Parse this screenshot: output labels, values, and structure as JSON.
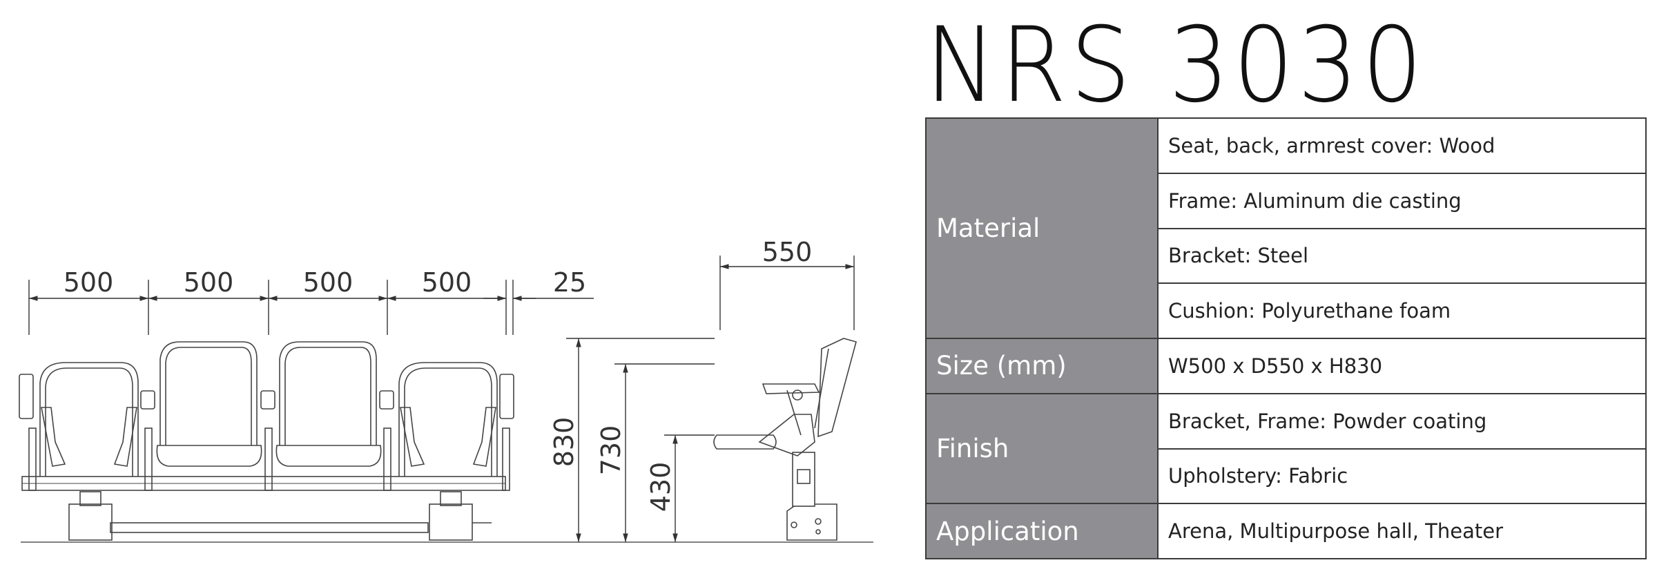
{
  "title": "NRS 3030",
  "drawing": {
    "front_view": {
      "widths": [
        "500",
        "500",
        "500",
        "500"
      ],
      "gap": "25"
    },
    "side_view": {
      "depth": "550",
      "heights": [
        "830",
        "730",
        "430"
      ]
    }
  },
  "specs": [
    {
      "category": "Material",
      "values": [
        "Seat, back, armrest cover: Wood",
        "Frame: Aluminum die casting",
        "Bracket: Steel",
        "Cushion: Polyurethane foam"
      ]
    },
    {
      "category": "Size (mm)",
      "values": [
        "W500 x D550 x H830"
      ]
    },
    {
      "category": "Finish",
      "values": [
        "Bracket, Frame: Powder coating",
        "Upholstery: Fabric"
      ]
    },
    {
      "category": "Application",
      "values": [
        "Arena, Multipurpose hall, Theater"
      ]
    }
  ],
  "colors": {
    "category_bg": "#8f8f93",
    "border": "#3a3a3a",
    "line": "#333333"
  }
}
